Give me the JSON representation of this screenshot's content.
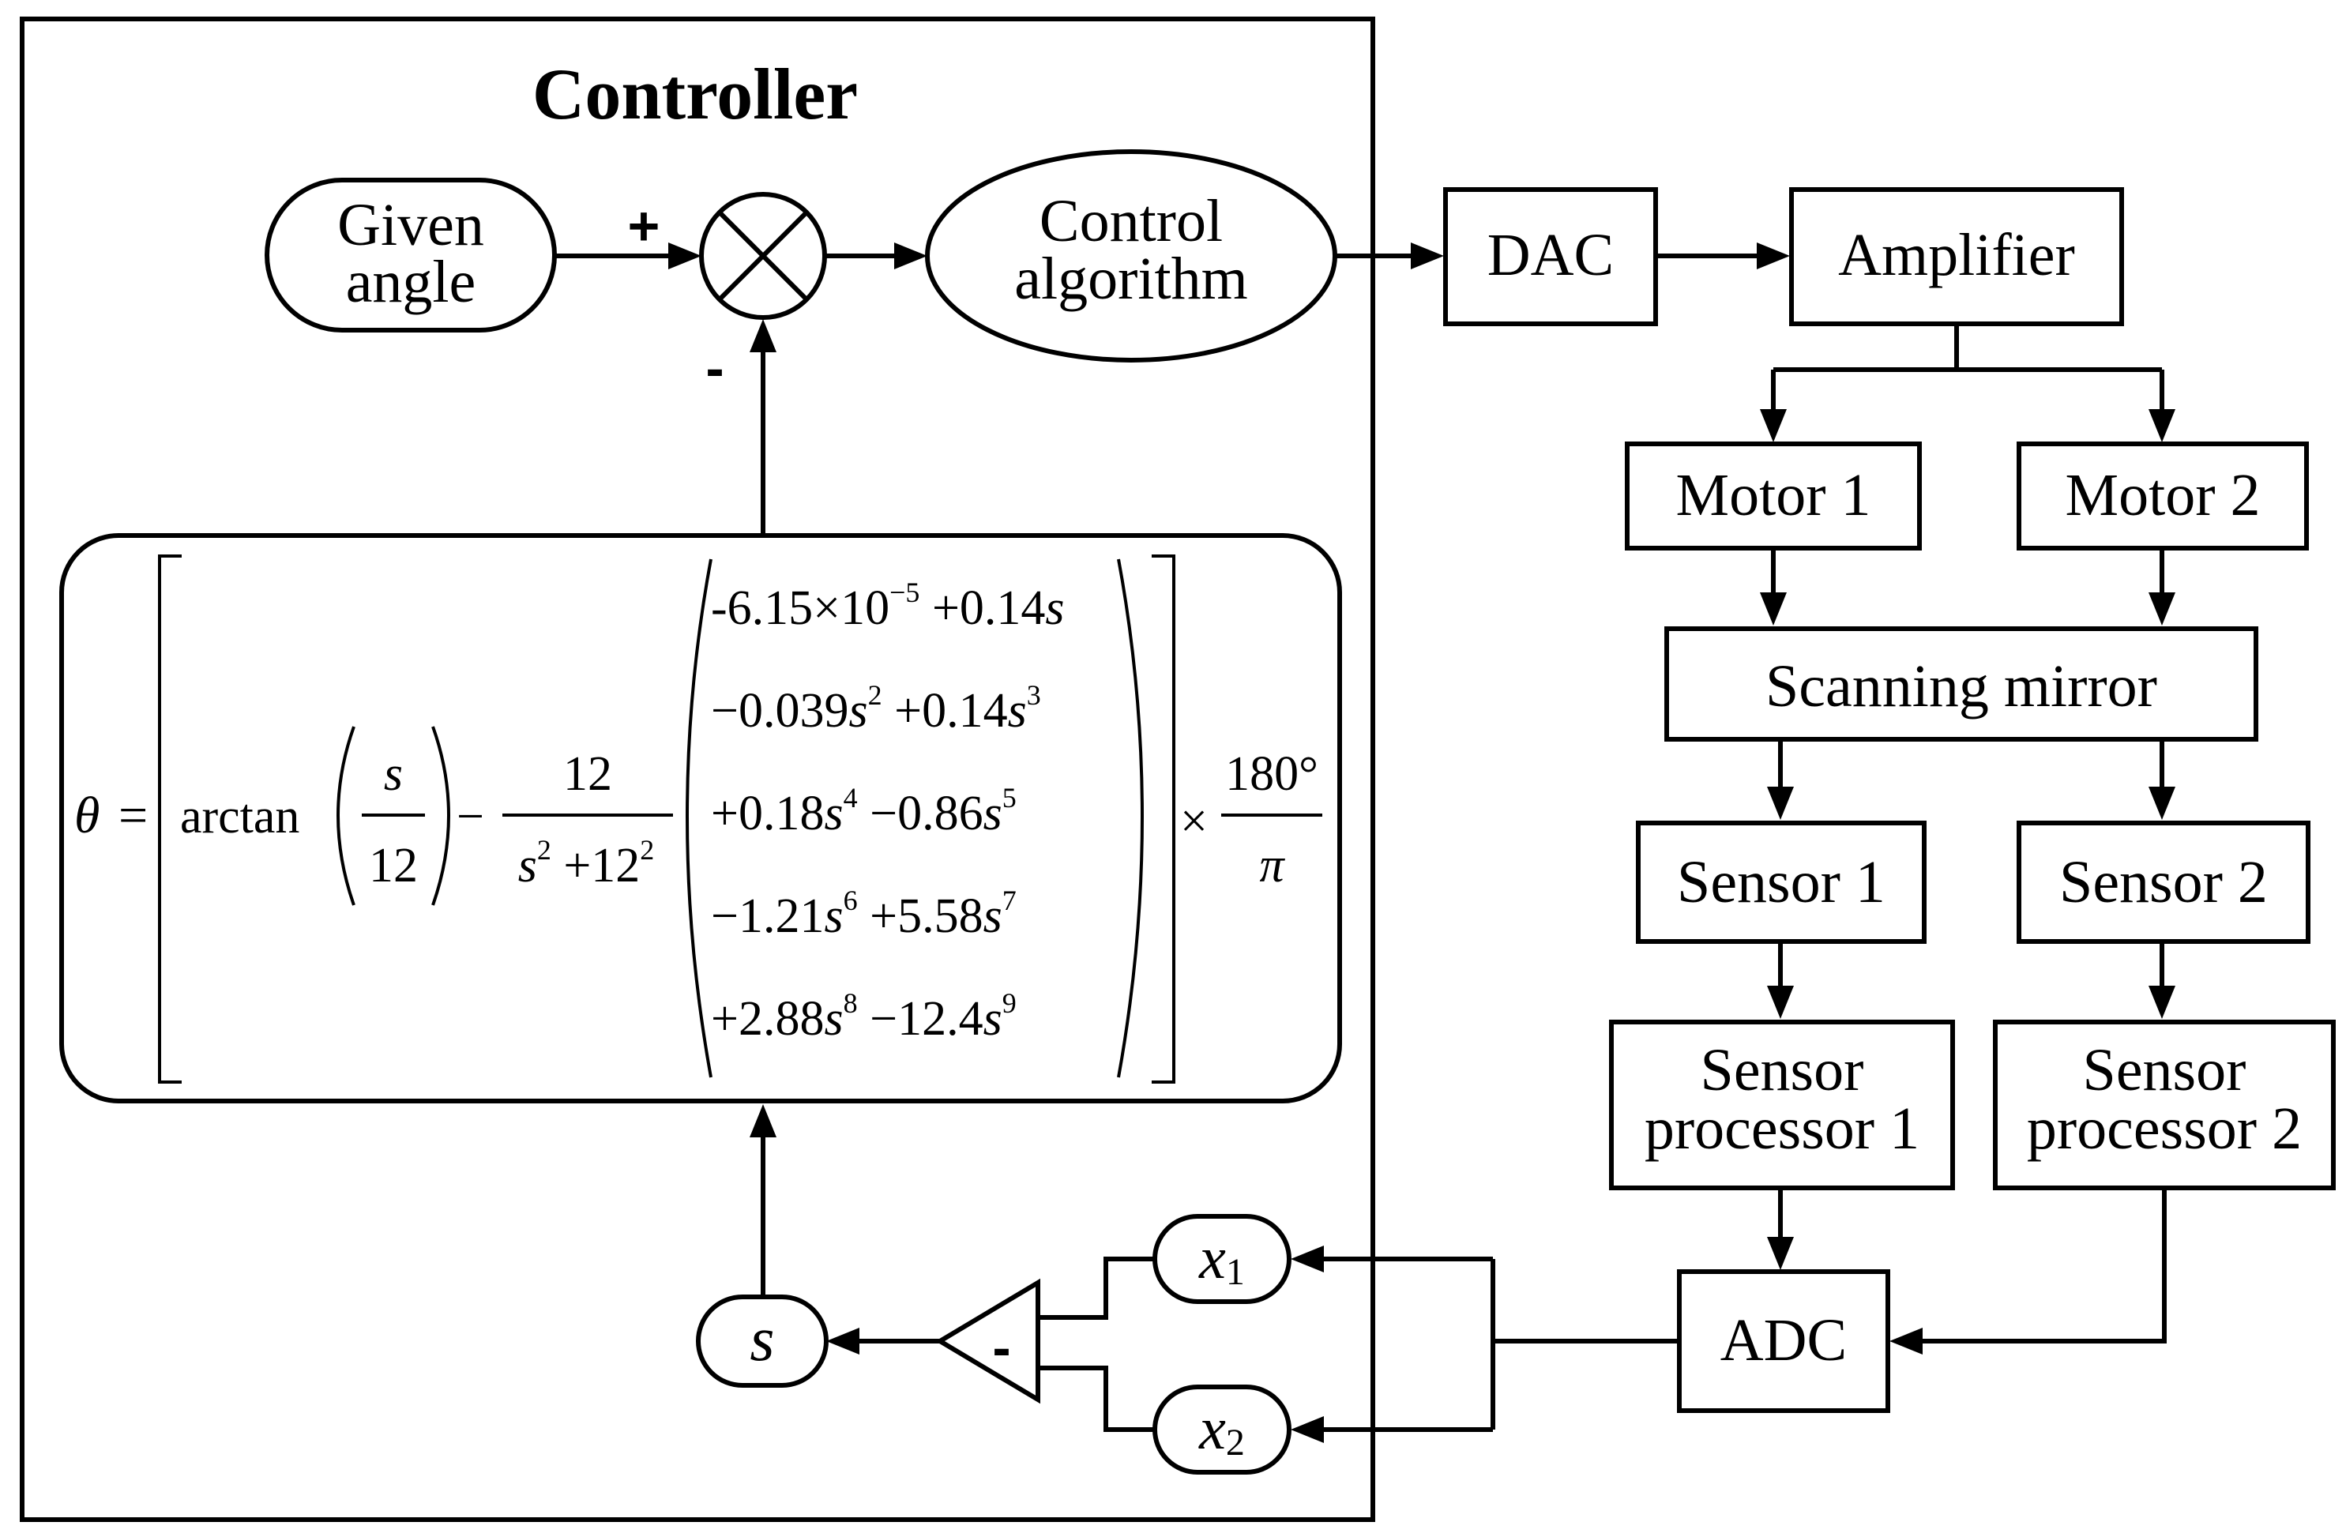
{
  "controller": {
    "title": "Controller"
  },
  "blocks": {
    "given_angle": [
      "Given",
      "angle"
    ],
    "control_algorithm": [
      "Control",
      "algorithm"
    ],
    "dac": "DAC",
    "amplifier": "Amplifier",
    "motor1": "Motor 1",
    "motor2": "Motor 2",
    "scanning_mirror": "Scanning mirror",
    "sensor1": "Sensor 1",
    "sensor2": "Sensor 2",
    "sensor_processor1": [
      "Sensor",
      "processor 1"
    ],
    "sensor_processor2": [
      "Sensor",
      "processor 2"
    ],
    "adc": "ADC",
    "s_node": "s",
    "x1_node": {
      "base": "x",
      "sub": "1"
    },
    "x2_node": {
      "base": "x",
      "sub": "2"
    }
  },
  "signs": {
    "plus": "+",
    "minus": "-",
    "diff_minus": "-"
  },
  "formula": {
    "theta": "θ",
    "equals": "=",
    "arctan": "arctan",
    "frac1_num": "s",
    "frac1_den": "12",
    "minus": "−",
    "frac2_num": "12",
    "frac2_den": {
      "s": "s",
      "exp1": "2",
      "plus": " +12",
      "exp2": "2"
    },
    "poly_lines": [
      [
        {
          "t": "-6.15×10"
        },
        {
          "sup": "−5"
        },
        {
          "t": " +0.14"
        },
        {
          "i": "s"
        }
      ],
      [
        {
          "t": "−0.039"
        },
        {
          "i": "s"
        },
        {
          "sup": "2"
        },
        {
          "t": " +0.14"
        },
        {
          "i": "s"
        },
        {
          "sup": "3"
        }
      ],
      [
        {
          "t": "+0.18"
        },
        {
          "i": "s"
        },
        {
          "sup": "4"
        },
        {
          "t": " −0.86"
        },
        {
          "i": "s"
        },
        {
          "sup": "5"
        }
      ],
      [
        {
          "t": "−1.21"
        },
        {
          "i": "s"
        },
        {
          "sup": "6"
        },
        {
          "t": " +5.58"
        },
        {
          "i": "s"
        },
        {
          "sup": "7"
        }
      ],
      [
        {
          "t": "+2.88"
        },
        {
          "i": "s"
        },
        {
          "sup": "8"
        },
        {
          "t": " −12.4"
        },
        {
          "i": "s"
        },
        {
          "sup": "9"
        }
      ]
    ],
    "times": "×",
    "frac3_num": "180°",
    "frac3_den": "π"
  }
}
